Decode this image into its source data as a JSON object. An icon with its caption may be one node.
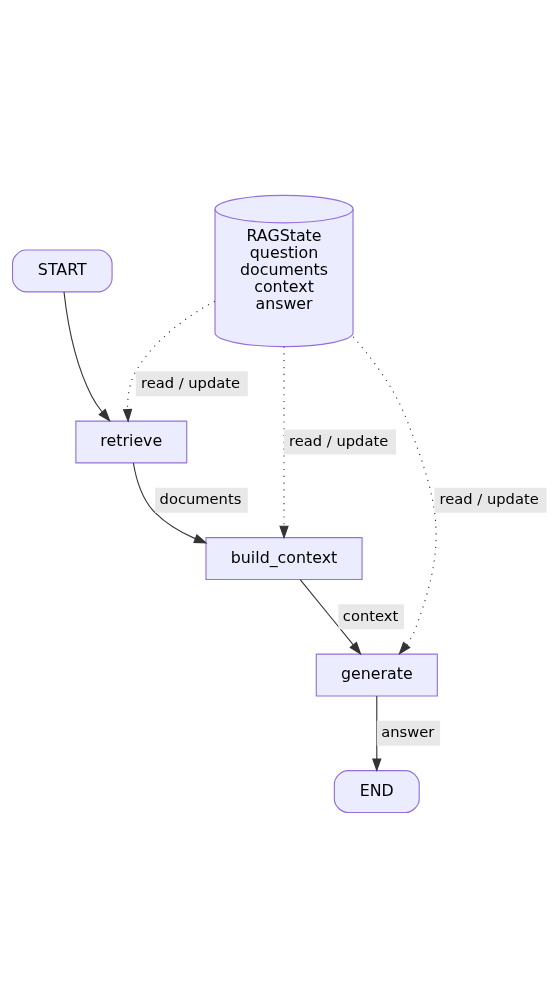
{
  "diagram": {
    "nodes": [
      {
        "text": [
          "START"
        ]
      },
      {
        "text": [
          "RAGState",
          "question",
          "documents",
          "context",
          "answer"
        ]
      },
      {
        "text": [
          "retrieve"
        ]
      },
      {
        "text": [
          "build_context"
        ]
      },
      {
        "text": [
          "generate"
        ]
      },
      {
        "text": [
          "END"
        ]
      }
    ],
    "edges": [
      {
        "from": 0,
        "to": 2,
        "arrow": "to"
      },
      {
        "from": 1,
        "to": 2,
        "arrow": "to",
        "style": "dashed",
        "label": "read / update"
      },
      {
        "from": 1,
        "to": 3,
        "arrow": "to",
        "style": "dashed",
        "label": "read / update"
      },
      {
        "from": 1,
        "to": 4,
        "arrow": "to",
        "style": "dashed",
        "label": "read / update"
      },
      {
        "from": 2,
        "to": 3,
        "arrow": "to",
        "label": "documents"
      },
      {
        "from": 3,
        "to": 4,
        "arrow": "to",
        "label": "context"
      },
      {
        "from": 4,
        "to": 5,
        "arrow": "to",
        "label": "answer"
      }
    ]
  }
}
